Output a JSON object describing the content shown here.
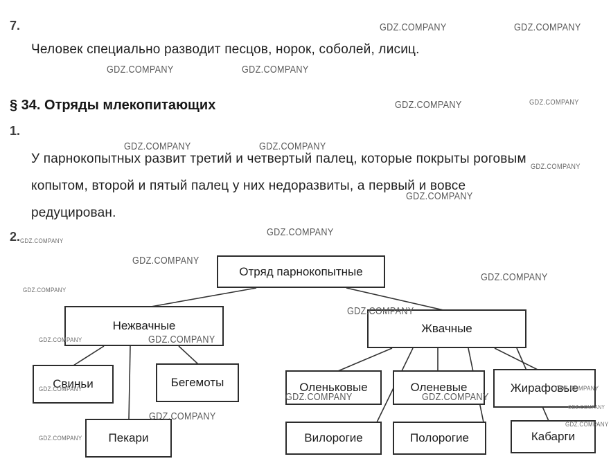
{
  "watermark": "GDZ.COMPANY",
  "document": {
    "item7_number": "7.",
    "item7_text": "Человек специально разводит песцов, норок, соболей, лисиц.",
    "section_title": "§ 34. Отряды млекопитающих",
    "item1_number": "1.",
    "item1_text": "У парнокопытных развит третий и четвертый палец, которые покрыты роговым\nкопытом, второй и пятый палец у них недоразвиты, а первый и вовсе\nредуцирован.",
    "item2_number": "2."
  },
  "diagram": {
    "root": "Отряд парнокопытные",
    "branches": [
      "Нежвачные",
      "Жвачные"
    ],
    "nonruminant_children": [
      "Свиньи",
      "Бегемоты",
      "Пекари"
    ],
    "ruminant_children": [
      "Оленьковые",
      "Оленевые",
      "Жирафовые",
      "Вилорогие",
      "Полорогие",
      "Кабарги"
    ]
  }
}
